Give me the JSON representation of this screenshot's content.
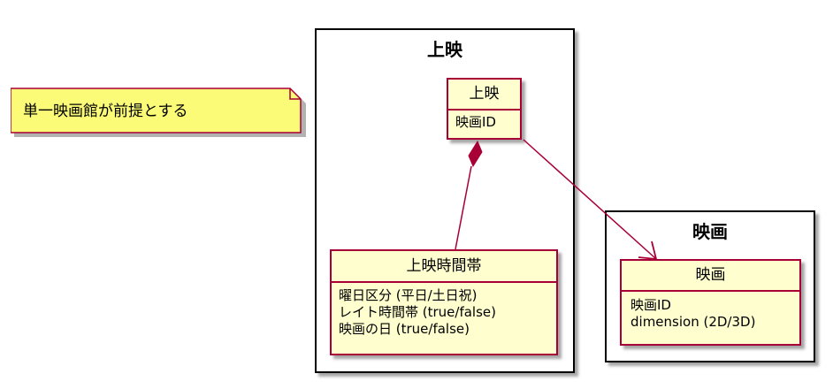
{
  "note": {
    "text": "単一映画館が前提とする"
  },
  "packages": {
    "screening": {
      "title": "上映"
    },
    "movie": {
      "title": "映画"
    }
  },
  "classes": {
    "screening": {
      "name": "上映",
      "attributes": [
        "映画ID"
      ]
    },
    "screening_time_slot": {
      "name": "上映時間帯",
      "attributes": [
        "曜日区分 (平日/土日祝)",
        "レイト時間帯 (true/false)",
        "映画の日 (true/false)"
      ]
    },
    "movie": {
      "name": "映画",
      "attributes": [
        "映画ID",
        "dimension (2D/3D)"
      ]
    }
  },
  "colors": {
    "class_border": "#A80036",
    "class_fill": "#FEFECE",
    "note_fill": "#FBFB77",
    "package_border": "#000000"
  }
}
